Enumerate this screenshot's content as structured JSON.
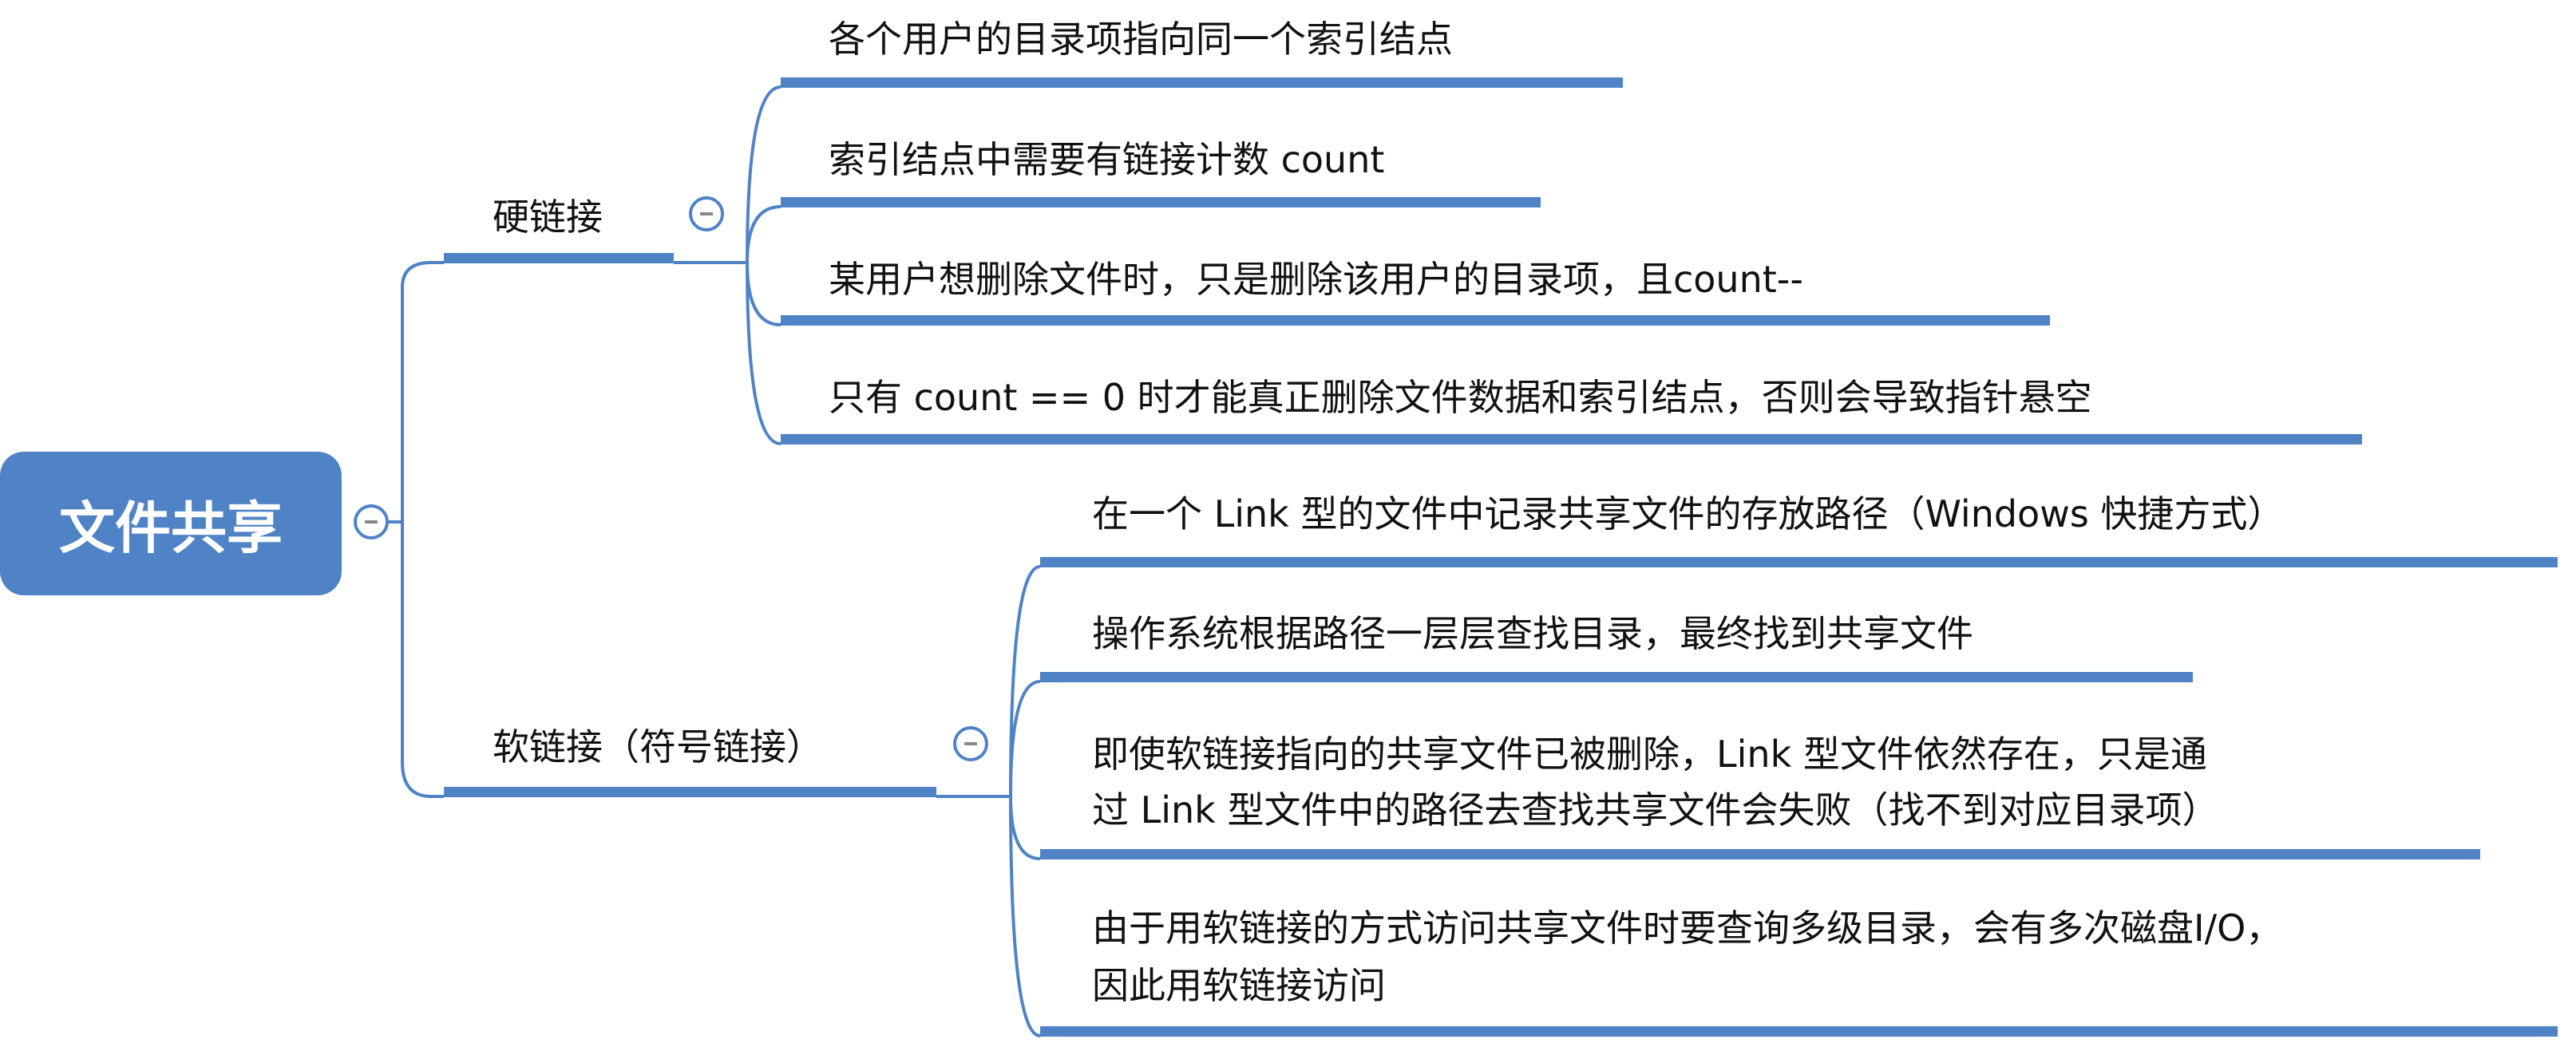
{
  "root": {
    "label": "文件共享"
  },
  "branches": [
    {
      "label": "硬链接",
      "children": [
        "各个用户的目录项指向同一个索引结点",
        "索引结点中需要有链接计数 count",
        "某用户想删除文件时，只是删除该用户的目录项，且count--",
        "只有 count == 0 时才能真正删除文件数据和索引结点，否则会导致指针悬空"
      ]
    },
    {
      "label": "软链接（符号链接）",
      "children": [
        [
          "在一个 Link 型的文件中记录共享文件的存放路径（Windows 快捷方式）"
        ],
        [
          "操作系统根据路径一层层查找目录，最终找到共享文件"
        ],
        [
          "即使软链接指向的共享文件已被删除，Link 型文件依然存在，只是通",
          "过 Link 型文件中的路径去查找共享文件会失败（找不到对应目录项）"
        ],
        [
          "由于用软链接的方式访问共享文件时要查询多级目录，会有多次磁盘I/O，",
          "因此用软链接访问"
        ]
      ]
    }
  ],
  "colors": {
    "accent": "#4f83c6"
  }
}
